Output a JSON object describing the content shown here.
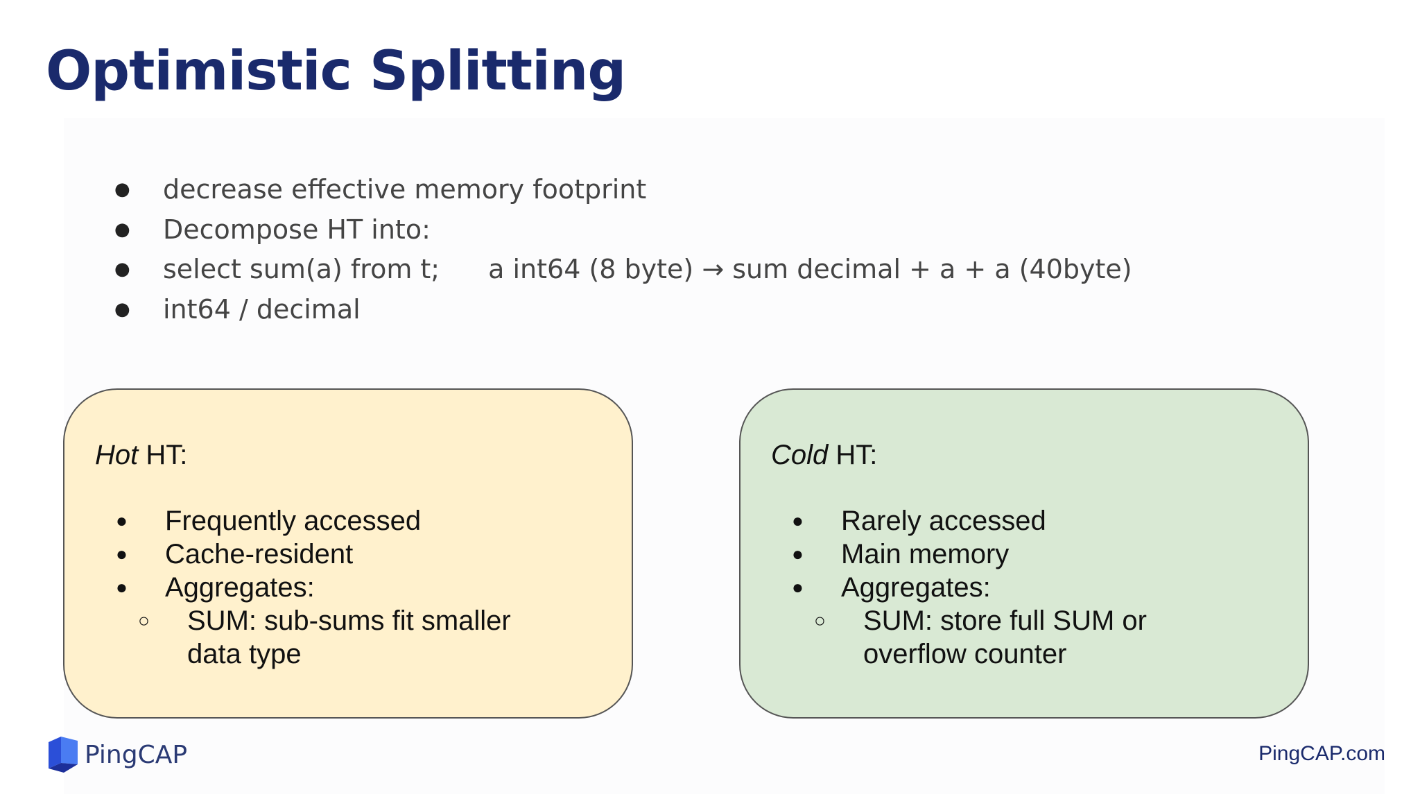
{
  "slide": {
    "title": "Optimistic Splitting",
    "bullets": [
      "decrease effective memory footprint",
      "Decompose HT into:",
      "select sum(a) from t;",
      "int64 / decimal"
    ],
    "bullet_3_extra": "a int64 (8 byte) → sum decimal + a + a (40byte)"
  },
  "hot_box": {
    "label_italic": "Hot",
    "label_rest": " HT:",
    "items": [
      "Frequently accessed",
      "Cache-resident",
      "Aggregates:"
    ],
    "sub_item": "SUM: sub-sums fit smaller data type",
    "color": "#fff1cd"
  },
  "cold_box": {
    "label_italic": "Cold",
    "label_rest": " HT:",
    "items": [
      "Rarely accessed",
      "Main memory",
      "Aggregates:"
    ],
    "sub_item": "SUM: store full SUM or overflow counter",
    "color": "#d9e9d4"
  },
  "footer": {
    "logo_text": "PingCAP",
    "url": "PingCAP.com"
  },
  "colors": {
    "title": "#1a2a6c",
    "body_text": "#444444"
  }
}
